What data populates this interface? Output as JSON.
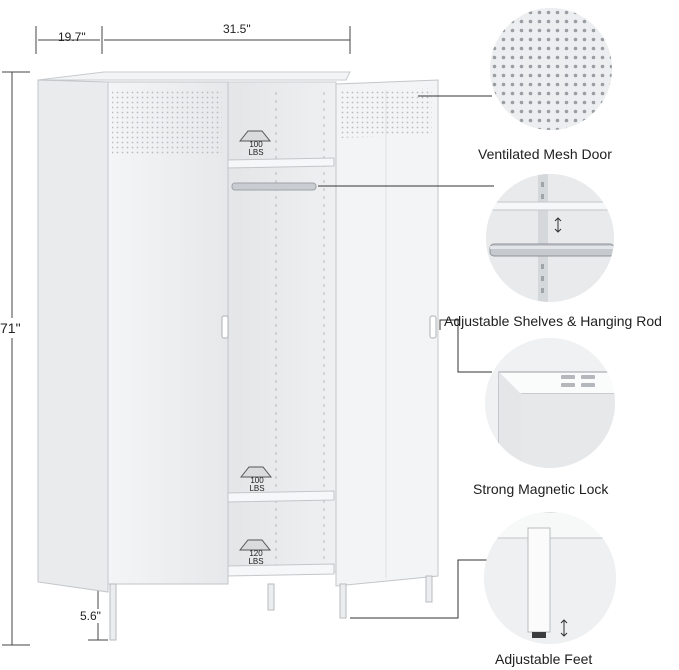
{
  "dimensions": {
    "depth": "19.7\"",
    "width": "31.5\"",
    "height": "71\"",
    "leg_height": "5.6\""
  },
  "shelf_badges": {
    "top": {
      "value": "100",
      "unit": "LBS"
    },
    "middle": {
      "value": "100",
      "unit": "LBS"
    },
    "bottom": {
      "value": "120",
      "unit": "LBS"
    }
  },
  "features": [
    {
      "label": "Ventilated Mesh Door"
    },
    {
      "label": "Adjustable Shelves & Hanging Rod"
    },
    {
      "label": "Strong Magnetic Lock"
    },
    {
      "label": "Adjustable Feet"
    }
  ]
}
